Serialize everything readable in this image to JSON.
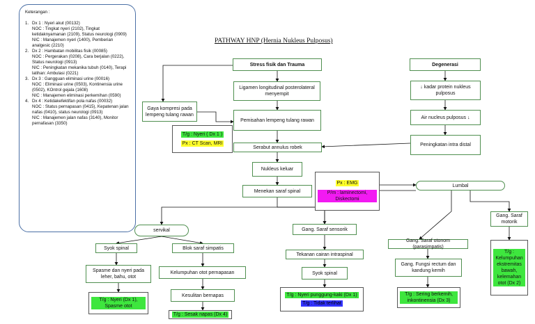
{
  "title": "PATHWAY HNP (Hernia Nukleus Pulposus)",
  "legend": {
    "heading": "Keterangan :",
    "items": [
      {
        "num": "1.",
        "lines": [
          "Dx 1 : Nyeri akut (00132)",
          "NOC : Tingkat nyeri (2102), Tingkat ketidaknyamanan (2109), Status neurologi (0909)",
          "NIC : Manajemen nyeri (1400), Pemberian analgesic (2210)"
        ]
      },
      {
        "num": "2.",
        "lines": [
          "Dx 2 : Hambatan mobilitas fisik (00085)",
          "NOC : Pergerakan (0208), Cara berjalan (0222), Status neurologi (0913)",
          "NIC : Peningkatan mekanika tubuh (0140), Terapi latihan: Ambulasi (0221)"
        ]
      },
      {
        "num": "3.",
        "lines": [
          "Dx 3 : Gangguan eliminasi urine (00016)",
          "NOC : Eliminasi urine (0503), Kontinensia urine (0502), KOntrol gejala (1608)",
          "NIC : Manajemen eliminasi perkemihan (0590)"
        ]
      },
      {
        "num": "4.",
        "lines": [
          "Dx 4 : Ketidakefektifan pola nafas (00032)",
          "NOC : Status pernapasan (0415), Kepatenan jalan nafas (0410), status neurologi (0913)",
          "NIC : Manajemen jalan nafas (3140), Monitor pernafasan (3350)"
        ]
      }
    ]
  },
  "nodes": {
    "stress": "Stress fisik dan Trauma",
    "degenerasi": "Degenerasi",
    "ligamen": "Ligamen longitudinal posterolateral menyempit",
    "gaya": "Gaya kompresi pada lempeng tulang rawan",
    "pemisahan": "Pemisahan lempeng tulang rawan",
    "kadar": "↓ kadar protein nukleus pulposus",
    "air": "Air nucleus pulposus ↓",
    "peningkatan": "Peningkatan intra distal",
    "serabut": "Serabut annulus robek",
    "nukleus": "Nukleus keluar",
    "menekan": "Menekan saraf spinal",
    "servikal": "servikal",
    "lumbal": "Lumbal",
    "syok1": "Syok spinal",
    "blok": "Blok saraf simpatis",
    "spasme": "Spasme dan nyeri pada leher, bahu, otot",
    "kelumpuhan_otot": "Kelumpuhan otot pernapasan",
    "kesulitan": "Kesulitan bernapas",
    "sensorik": "Gang. Saraf sensorik",
    "tekanan": "Tekanan cairan intraspinal",
    "syok2": "Syok spinal",
    "otonom": "Gang. Saraf otonom (parasimpatis)",
    "fungsi": "Gang. Fungsi rectum dan kandung kemih",
    "motorik": "Gang. Saraf motorik"
  },
  "tags": {
    "tg_nyeri_dx1": "T/g : Nyeri ( Dx 1 )",
    "px_ct": "Px : CT Scan, MRI",
    "px_emg": "Px : EMG",
    "pm": "P/m : laminectomi, Diskectomi",
    "tg_serv": "T/g : Nyeri (Dx 1), Spasme otot",
    "tg_sesak": "T/g : Sesak napas (Dx 4)",
    "tg_punggung": "T/g : Nyeri punggung-kaki (Dx 1)",
    "tg_tidak": "T/g : Tidak terlihat",
    "tg_sering": "T/g : Sering berkemih, inkontinensia (Dx 3)",
    "tg_kelumpuhan": "T/g : Kelumpuhan ekstremitas bawah, kelemahan otot (Dx 2)"
  },
  "colors": {
    "green": "#3ee63e",
    "yellow": "#ffff2a",
    "magenta": "#f21af2",
    "blue": "#3333ff"
  }
}
